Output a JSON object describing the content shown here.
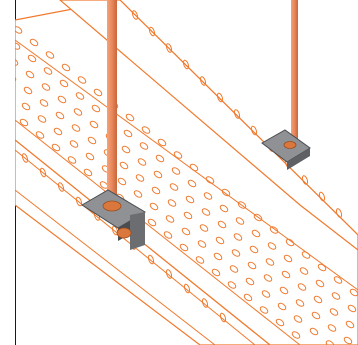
{
  "scene": {
    "description_visible_text": "",
    "colors": {
      "background": "#ffffff",
      "frame_border": "#1a1a1a",
      "tray_stroke": "#f07a2e",
      "tray_fill": "#ffffff",
      "rod": "#e8875a",
      "rod_dark": "#c8663c",
      "bracket": "#8f9194",
      "bracket_dark": "#4a4c4f",
      "nut": "#d9773c"
    },
    "objects": [
      "perforated-cable-tray",
      "threaded-rod-left",
      "threaded-rod-right",
      "angle-bracket-left",
      "angle-bracket-right"
    ]
  }
}
